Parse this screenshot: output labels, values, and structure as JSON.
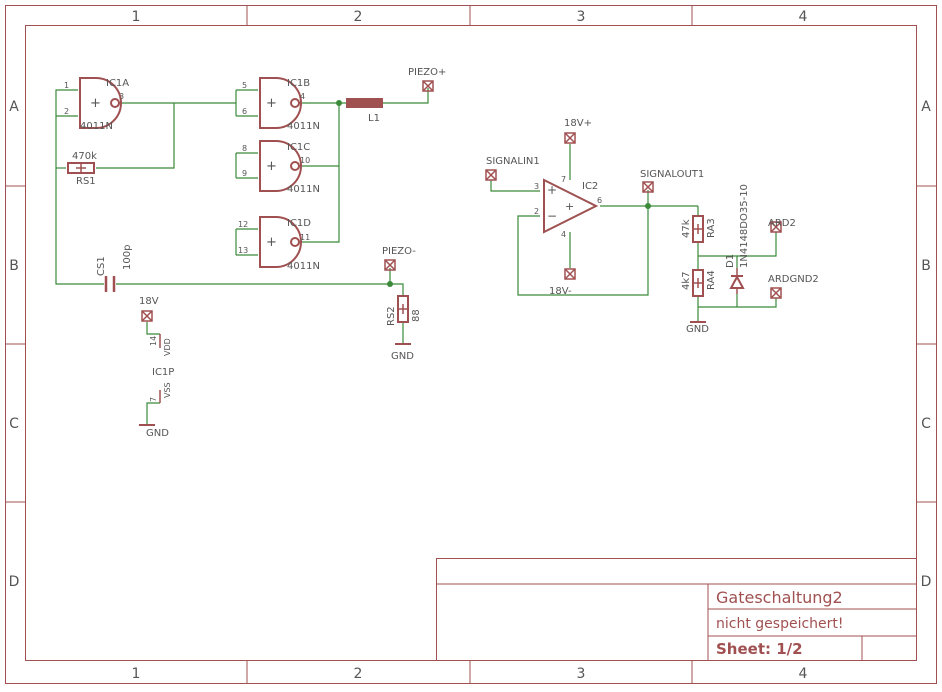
{
  "grid": {
    "columns": [
      "1",
      "2",
      "3",
      "4"
    ],
    "rows": [
      "A",
      "B",
      "C",
      "D"
    ]
  },
  "title_block": {
    "name": "Gateschaltung2",
    "status": "nicht gespeichert!",
    "sheet": "Sheet: 1/2"
  },
  "parts": {
    "ic1a": {
      "name": "IC1A",
      "value": "4011N",
      "pin1": "1",
      "pin2": "2",
      "pin3": "3"
    },
    "ic1b": {
      "name": "IC1B",
      "value": "4011N",
      "pin5": "5",
      "pin6": "6",
      "pin4": "4"
    },
    "ic1c": {
      "name": "IC1C",
      "value": "4011N",
      "pin8": "8",
      "pin9": "9",
      "pin10": "10"
    },
    "ic1d": {
      "name": "IC1D",
      "value": "4011N",
      "pin12": "12",
      "pin13": "13",
      "pin11": "11"
    },
    "rs1": {
      "name": "RS1",
      "value": "470k"
    },
    "cs1": {
      "name": "CS1",
      "value": "100p"
    },
    "l1": {
      "name": "L1"
    },
    "rs2": {
      "name": "RS2",
      "value": "88"
    },
    "ic1p": {
      "name": "IC1P",
      "vdd": "VDD",
      "vss": "VSS",
      "pin14": "14",
      "pin7": "7"
    },
    "ic2": {
      "name": "IC2",
      "pin3": "3",
      "pin2": "2",
      "pin6": "6",
      "pin7": "7",
      "pin4": "4"
    },
    "ra3": {
      "name": "RA3",
      "value": "47k"
    },
    "ra4": {
      "name": "RA4",
      "value": "4k7"
    },
    "d1": {
      "name": "D1",
      "value": "1N4148DO35-10"
    }
  },
  "nets": {
    "piezo_plus": "PIEZO+",
    "piezo_minus": "PIEZO-",
    "v18": "18V",
    "gnd1": "GND",
    "gnd2": "GND",
    "gnd3": "GND",
    "v18plus": "18V+",
    "v18minus": "18V-",
    "signalin1": "SIGNALIN1",
    "signalout1": "SIGNALOUT1",
    "ard2": "ARD2",
    "ardgnd2": "ARDGND2"
  }
}
